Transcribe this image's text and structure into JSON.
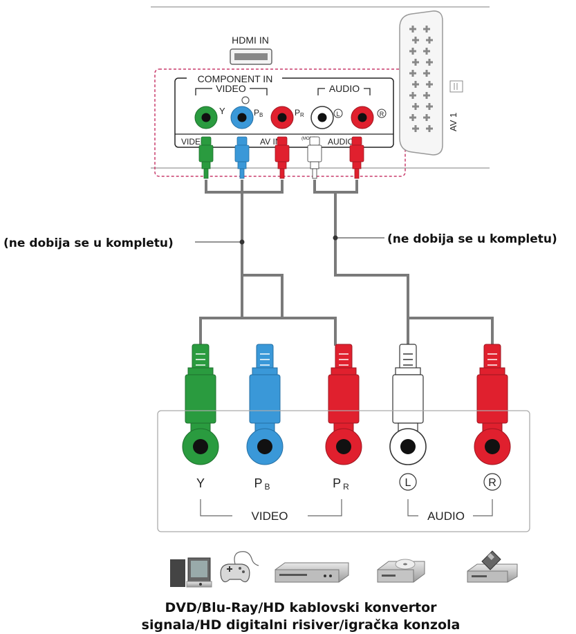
{
  "tv_panel": {
    "hdmi_label": "HDMI IN",
    "component_label": "COMPONENT IN",
    "video_label": "VIDEO",
    "audio_label": "AUDIO",
    "port_y": "Y",
    "port_pb": "P",
    "port_pb_sub": "B",
    "port_pr": "P",
    "port_pr_sub": "R",
    "port_l": "L",
    "port_r": "R",
    "lower_video": "VIDEO",
    "lower_av_in": "AV IN",
    "lower_audio": "AUDIO",
    "lower_mono": "(MONO)",
    "scart_label": "AV 1"
  },
  "cable_notes": {
    "left": "(ne dobija se u kompletu)",
    "right": "(ne dobija se u kompletu)"
  },
  "device_panel": {
    "port_y": "Y",
    "port_pb": "P",
    "port_pb_sub": "B",
    "port_pr": "P",
    "port_pr_sub": "R",
    "port_l": "L",
    "port_r": "R",
    "group_video": "VIDEO",
    "group_audio": "AUDIO"
  },
  "colors": {
    "green": "#2a9b3f",
    "blue": "#3a98d8",
    "red": "#e0202e",
    "white": "#ffffff",
    "cable": "#7a7a7a",
    "dashed_box": "#c83a6a"
  },
  "devices": [
    "pc-icon",
    "gamepad-icon",
    "dvd-player-icon",
    "bluray-player-icon",
    "set-top-box-icon"
  ],
  "caption": {
    "line1": "DVD/Blu-Ray/HD kablovski konvertor",
    "line2": "signala/HD digitalni risiver/igračka konzola"
  }
}
